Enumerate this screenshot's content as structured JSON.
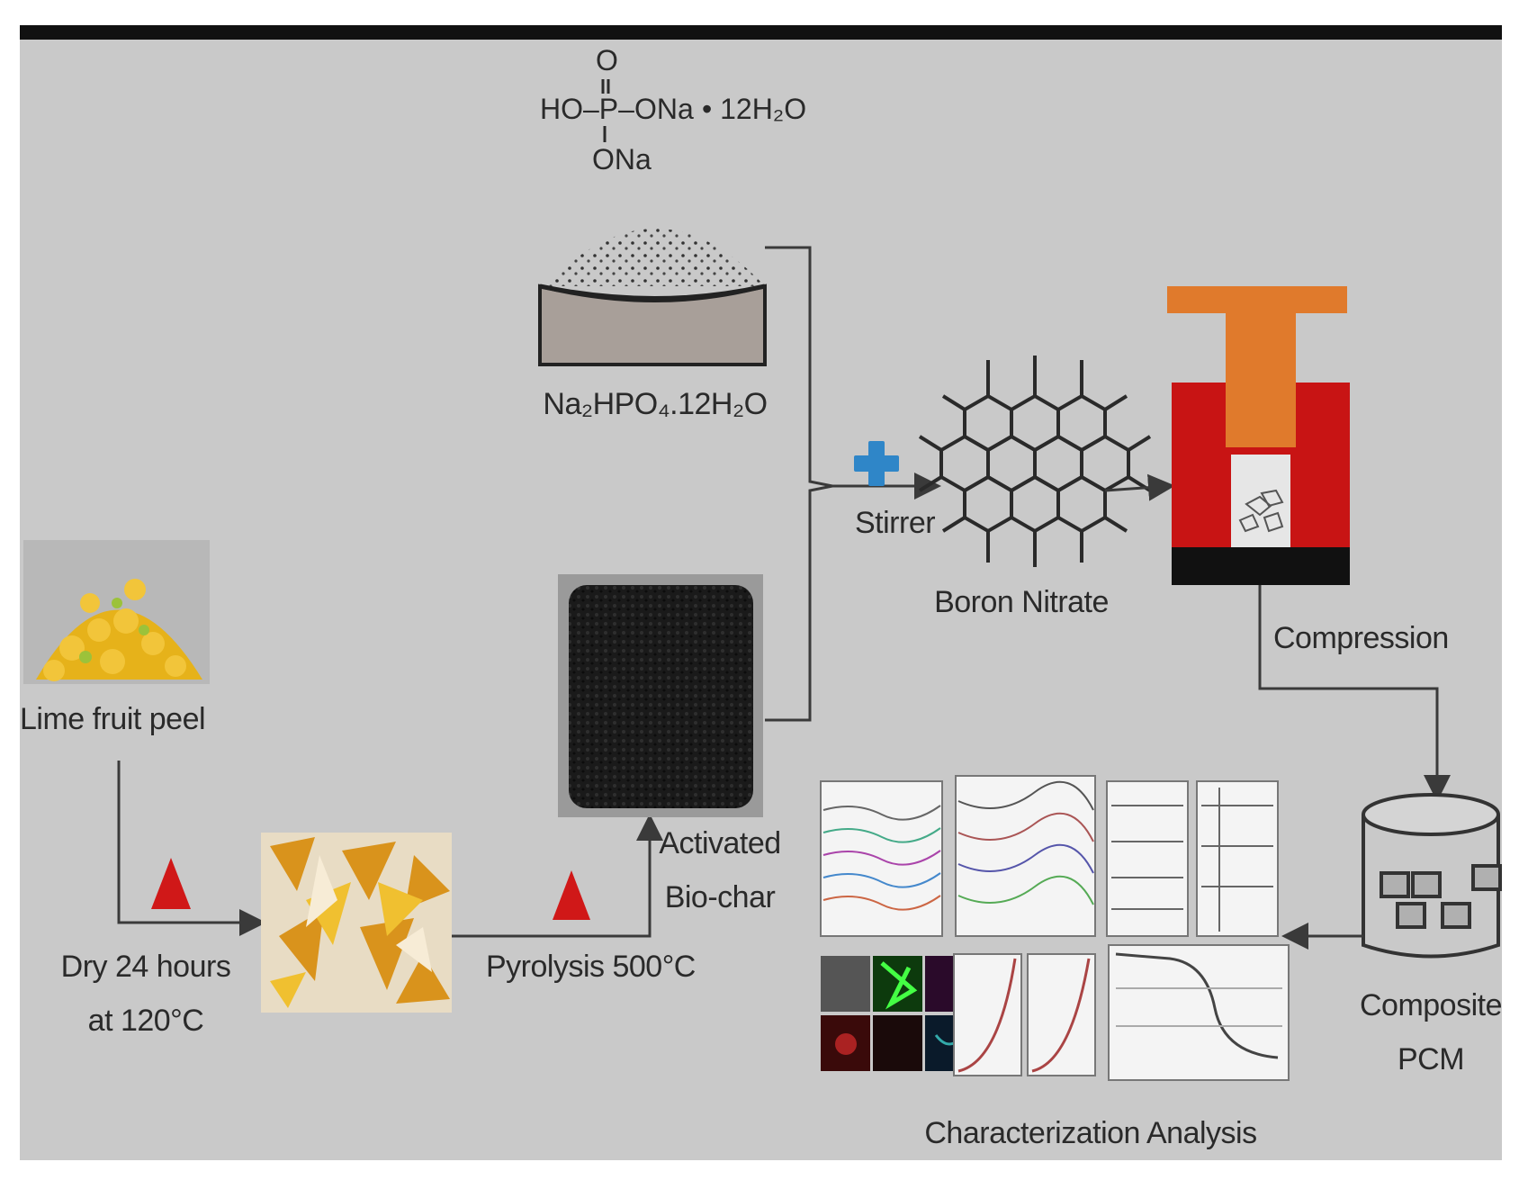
{
  "labels": {
    "lime_fruit_peel": "Lime fruit peel",
    "dry_line1": "Dry 24 hours",
    "dry_line2": "at 120°C",
    "pyrolysis": "Pyrolysis  500°C",
    "activated_line1": "Activated",
    "activated_line2": "Bio-char",
    "salt_formula": "Na₂HPO₄.12H₂O",
    "stirrer": "Stirrer",
    "boron_nitrate": "Boron Nitrate",
    "compression": "Compression",
    "composite_line1": "Composite",
    "composite_line2": "PCM",
    "characterization": "Characterization Analysis"
  },
  "structure_formula": {
    "top_o": "O",
    "ho_p_ona": "HO–P–ONa",
    "hydrate": "• 12H₂O",
    "bottom_ona": "ONa"
  },
  "colors": {
    "background": "#c9c9c9",
    "heat_triangle": "#d01818",
    "plus": "#2f86c8",
    "press_top": "#e07a2c",
    "press_body": "#c81414",
    "press_base": "#111111",
    "arrow": "#3a3a3a"
  },
  "icons": {
    "heat": "red-triangle-icon",
    "mix": "plus-icon"
  }
}
